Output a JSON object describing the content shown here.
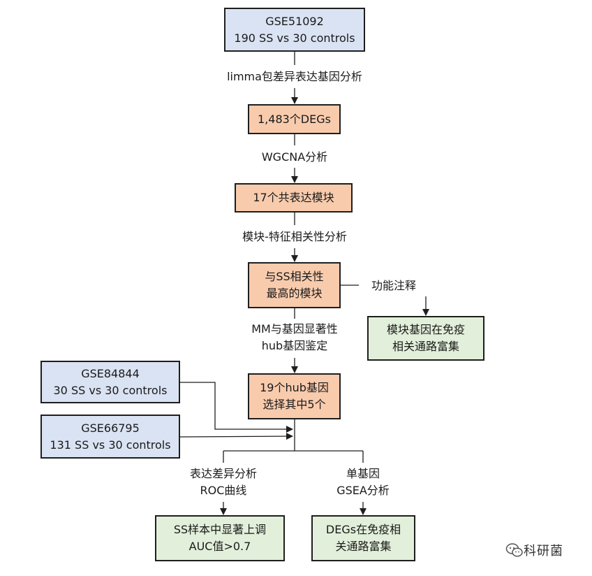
{
  "nodes": {
    "gse51092": {
      "line1": "GSE51092",
      "line2": "190 SS vs 30 controls"
    },
    "degs": {
      "line1": "1,483个DEGs"
    },
    "modules": {
      "line1": "17个共表达模块"
    },
    "top_module": {
      "line1": "与SS相关性",
      "line2": "最高的模块"
    },
    "module_enrich": {
      "line1": "模块基因在免疫",
      "line2": "相关通路富集"
    },
    "hub_genes": {
      "line1": "19个hub基因",
      "line2": "选择其中5个"
    },
    "gse84844": {
      "line1": "GSE84844",
      "line2": "30 SS vs 30 controls"
    },
    "gse66795": {
      "line1": "GSE66795",
      "line2": "131 SS vs 30 controls"
    },
    "auc": {
      "line1": "SS样本中显著上调",
      "line2": "AUC值>0.7"
    },
    "degs_enrich": {
      "line1": "DEGs在免疫相",
      "line2": "关通路富集"
    }
  },
  "edges": {
    "limma": {
      "line1": "limma包差异表达基因分析"
    },
    "wgcna": {
      "line1": "WGCNA分析"
    },
    "module_trait": {
      "line1": "模块-特征相关性分析"
    },
    "function": {
      "line1": "功能注释"
    },
    "mm": {
      "line1": "MM与基因显著性",
      "line2": "hub基因鉴定"
    },
    "roc": {
      "line1": "表达差异分析",
      "line2": "ROC曲线"
    },
    "gsea": {
      "line1": "单基因",
      "line2": "GSEA分析"
    }
  },
  "watermark": {
    "text": "科研菌",
    "icon": "wechat-icon"
  },
  "colors": {
    "blue": "#dae3f3",
    "orange": "#f8cbad",
    "green": "#e2efda",
    "line": "#1e1e1e"
  }
}
